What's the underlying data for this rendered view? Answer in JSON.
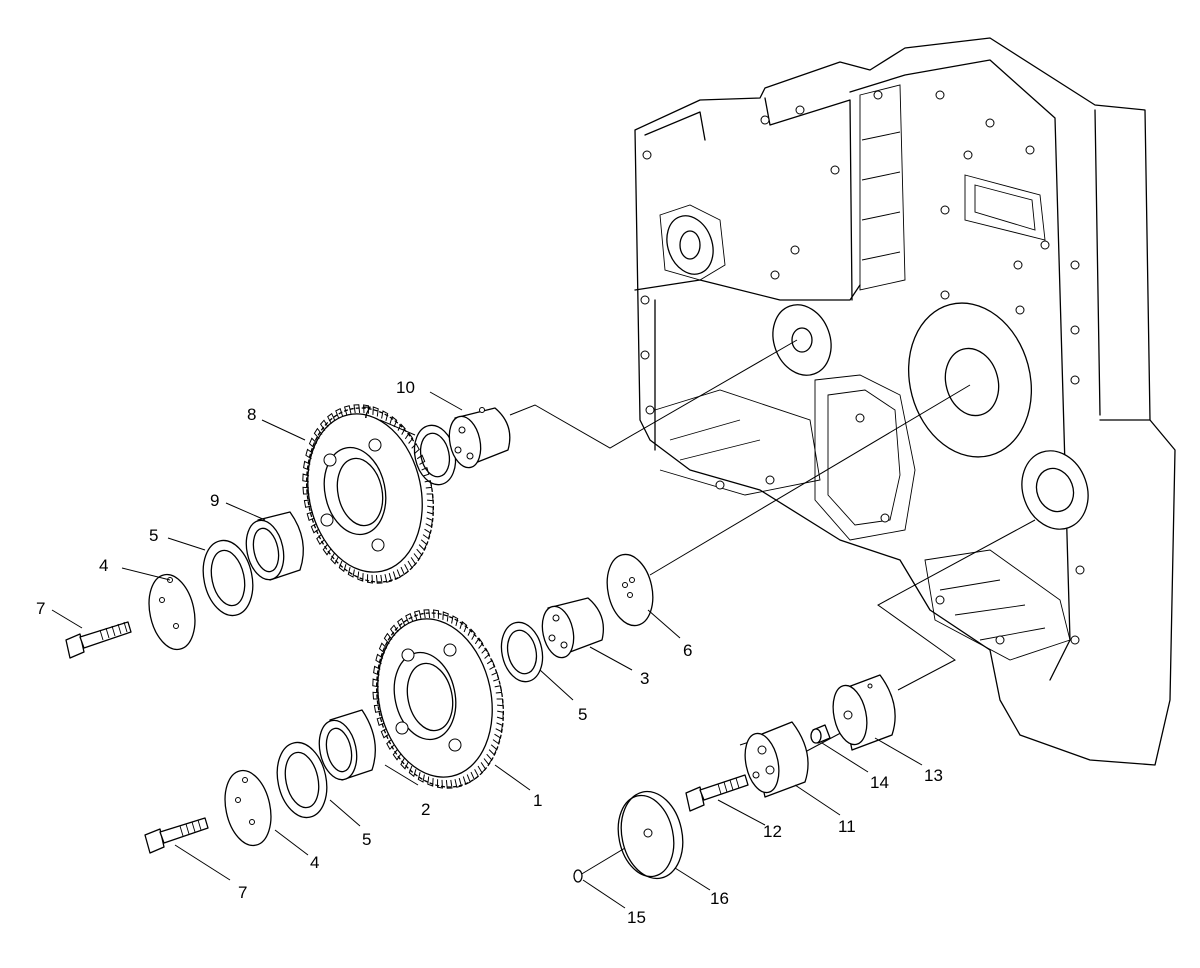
{
  "callouts": [
    "1",
    "2",
    "3",
    "4",
    "5",
    "6",
    "7",
    "8",
    "9",
    "10",
    "11",
    "12",
    "13",
    "14",
    "15",
    "16"
  ],
  "colors": {
    "line": "#000000",
    "background": "#ffffff"
  }
}
